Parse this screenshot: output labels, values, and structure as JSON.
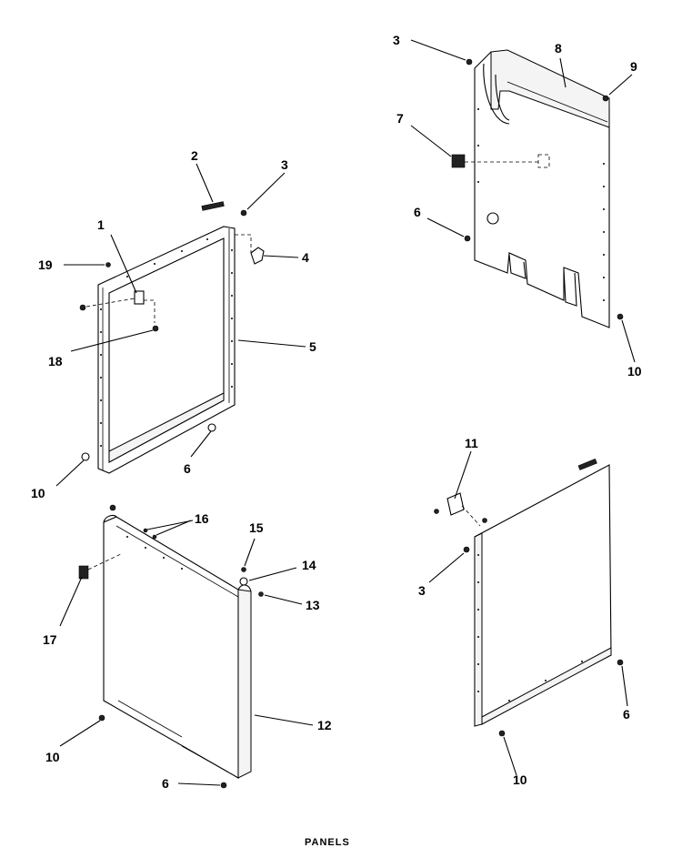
{
  "caption": "PANELS",
  "callouts": {
    "c1": "1",
    "c2": "2",
    "c3a": "3",
    "c3b": "3",
    "c3c": "3",
    "c4": "4",
    "c5": "5",
    "c6a": "6",
    "c6b": "6",
    "c6c": "6",
    "c6d": "6",
    "c7": "7",
    "c8": "8",
    "c9": "9",
    "c10a": "10",
    "c10b": "10",
    "c10c": "10",
    "c10d": "10",
    "c11": "11",
    "c12": "12",
    "c13": "13",
    "c14": "14",
    "c15": "15",
    "c16": "16",
    "c17": "17",
    "c18": "18",
    "c19": "19"
  }
}
